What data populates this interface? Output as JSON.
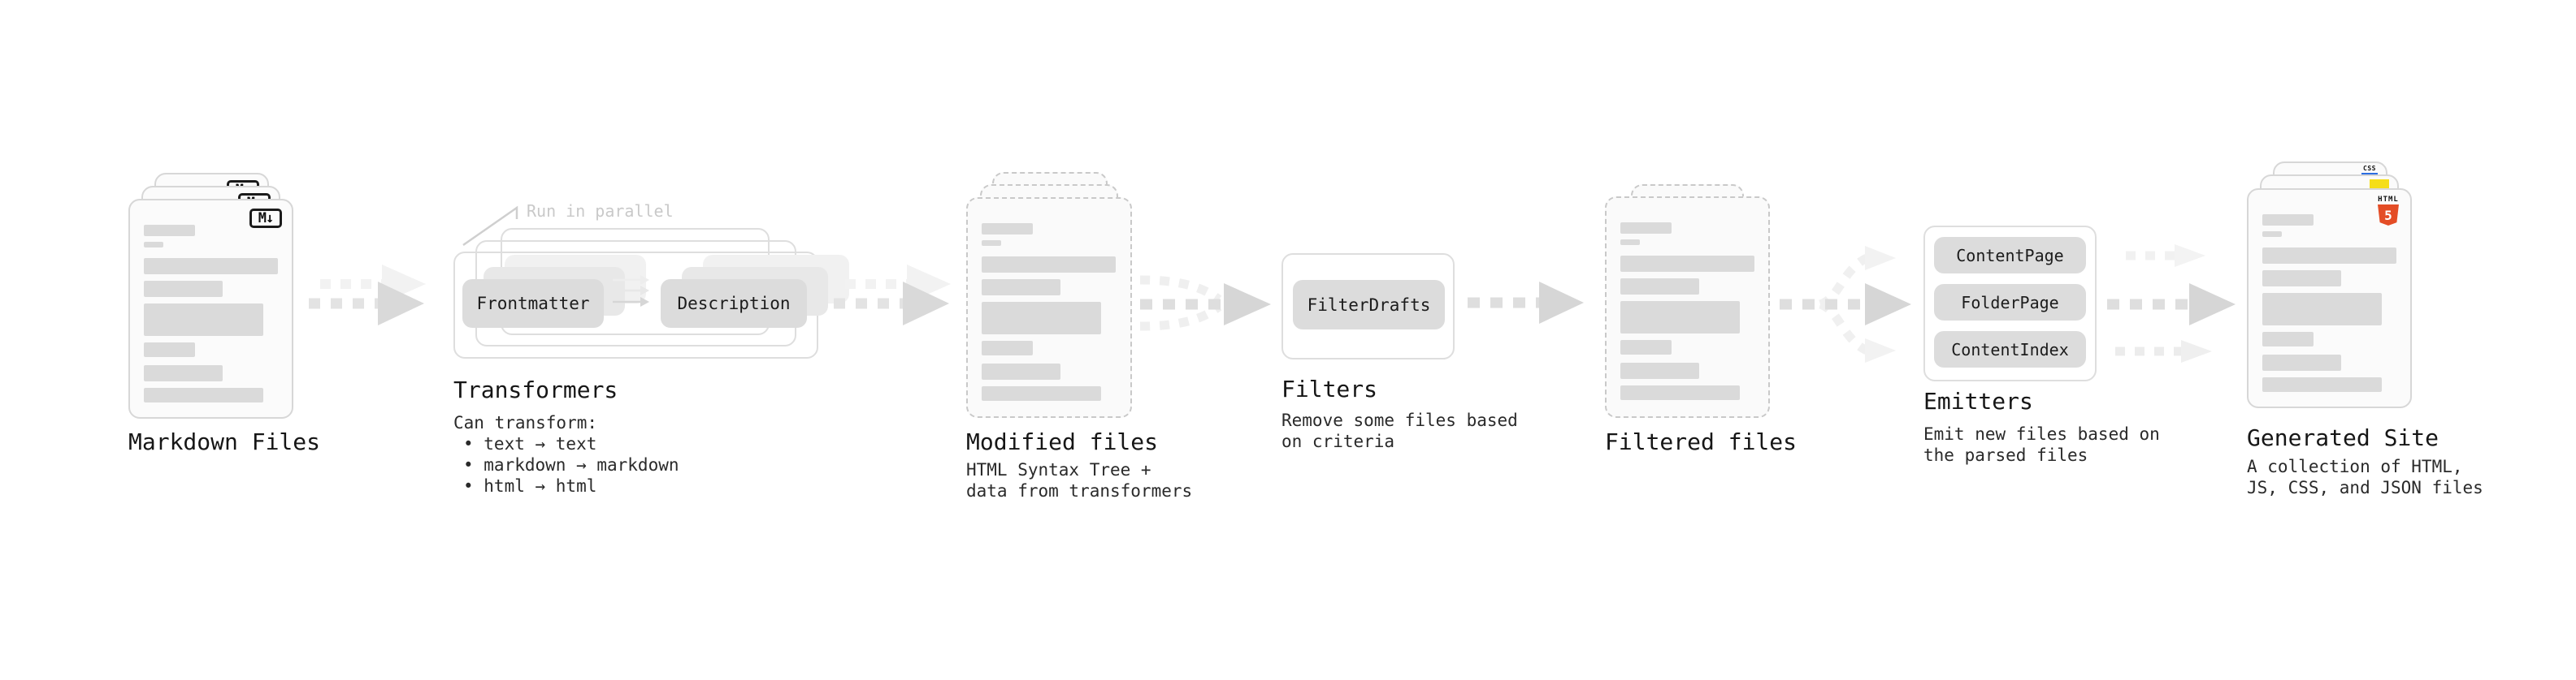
{
  "stages": {
    "markdown_files": {
      "label": "Markdown Files",
      "badge": "M↓"
    },
    "transformers": {
      "label": "Transformers",
      "note": "Run in parallel",
      "input_pill": "Frontmatter",
      "output_pill": "Description",
      "desc_title": "Can transform:",
      "bullets": [
        "• text → text",
        "• markdown → markdown",
        "• html → html"
      ]
    },
    "modified_files": {
      "label": "Modified files",
      "desc_lines": [
        "HTML Syntax Tree +",
        "data from transformers"
      ]
    },
    "filters": {
      "label": "Filters",
      "pill": "FilterDrafts",
      "desc_lines": [
        "Remove some files based",
        "on criteria"
      ]
    },
    "filtered_files": {
      "label": "Filtered files"
    },
    "emitters": {
      "label": "Emitters",
      "pills": [
        "ContentPage",
        "FolderPage",
        "ContentIndex"
      ],
      "desc_lines": [
        "Emit new files based on",
        "the parsed files"
      ]
    },
    "generated_site": {
      "label": "Generated Site",
      "desc_lines": [
        "A collection of HTML,",
        "JS, CSS, and JSON files"
      ],
      "badges": {
        "html5_top": "HTML",
        "html5_num": "5",
        "css": "CSS"
      }
    }
  },
  "colors": {
    "html5_orange": "#e44d26",
    "js_yellow": "#f5de19",
    "css_blue": "#2b6de0"
  }
}
